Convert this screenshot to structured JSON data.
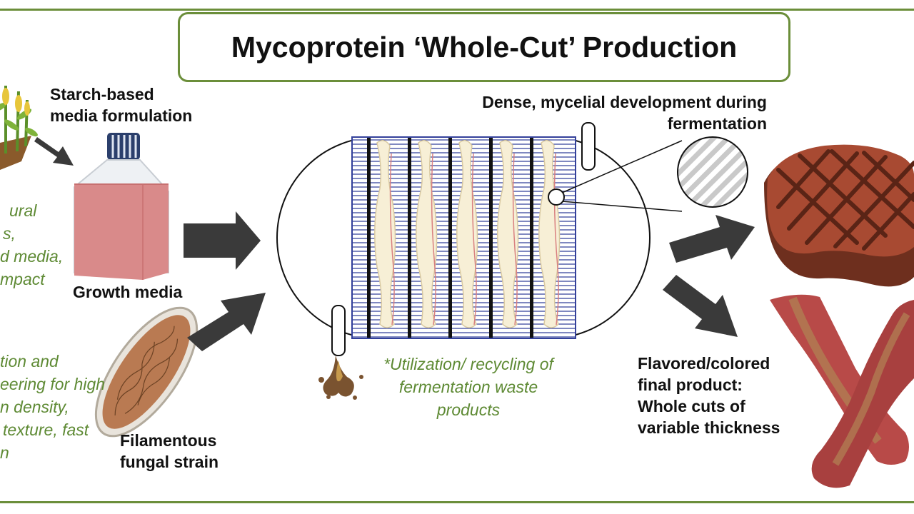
{
  "title": "Mycoprotein ‘Whole-Cut’ Production",
  "labels": {
    "starch_line1": "Starch-based",
    "starch_line2": "media formulation",
    "growth_media": "Growth media",
    "fungal_line1": "Filamentous",
    "fungal_line2": "fungal strain",
    "mycelial_line1": "Dense, mycelial development during",
    "mycelial_line2": "fermentation",
    "final_line1": "Flavored/colored",
    "final_line2": "final product:",
    "final_line3": "Whole cuts of",
    "final_line4": "variable thickness"
  },
  "notes": {
    "agri_line1": "ural",
    "agri_line2": "s,",
    "agri_line3": "d media,",
    "agri_line4": "mpact",
    "strain_line1": "tion and",
    "strain_line2": "eering for high",
    "strain_line3": "n density,",
    "strain_line4": "texture, fast",
    "strain_line5": "n",
    "waste_line1": "*Utilization/ recycling of",
    "waste_line2": "fermentation waste",
    "waste_line3": "products"
  },
  "colors": {
    "border_green": "#6b8e3a",
    "note_green": "#5e8a34",
    "arrow_gray": "#3a3a3a",
    "media_pink": "#d98a8a",
    "steak_red": "#a84a32",
    "bacon_red": "#b84a48"
  }
}
